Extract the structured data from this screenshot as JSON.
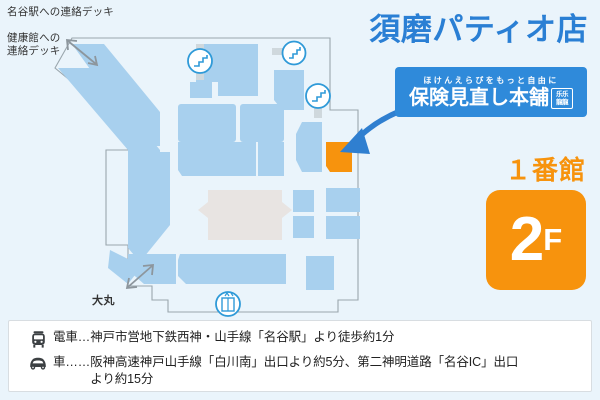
{
  "title": "須磨パティオ店",
  "map": {
    "deck_label_station": "名谷駅への連絡デッキ",
    "deck_label_health": "健康館への\n連絡デッキ",
    "daimaru_label": "大丸",
    "icons": {
      "escalator": "escalator-icon",
      "elevator": "elevator-icon",
      "double_arrow": "double-arrow-icon"
    },
    "colors": {
      "background": "#eaf4fb",
      "shop_block": "#a8d0ee",
      "atrium": "#e8e4e2",
      "highlight": "#f7930d",
      "arrow": "#2f7fd0",
      "outline": "#9aa6ad"
    }
  },
  "logo": {
    "tagline": "ほけんえらびをもっと自由に",
    "name": "保険見直し本舗",
    "badge_line1": "乐乐",
    "badge_line2": "龍龍",
    "background": "#2f8ada"
  },
  "building": {
    "label": "１番館",
    "floor_number": "2",
    "floor_suffix": "F",
    "color": "#f7930d"
  },
  "access": [
    {
      "icon": "train-icon",
      "text": "電車…神戸市営地下鉄西神・山手線「名谷駅」より徒歩約1分"
    },
    {
      "icon": "car-icon",
      "text": "車……阪神高速神戸山手線「白川南」出口より約5分、第二神明道路「名谷IC」出口\n　　　より約15分"
    }
  ]
}
